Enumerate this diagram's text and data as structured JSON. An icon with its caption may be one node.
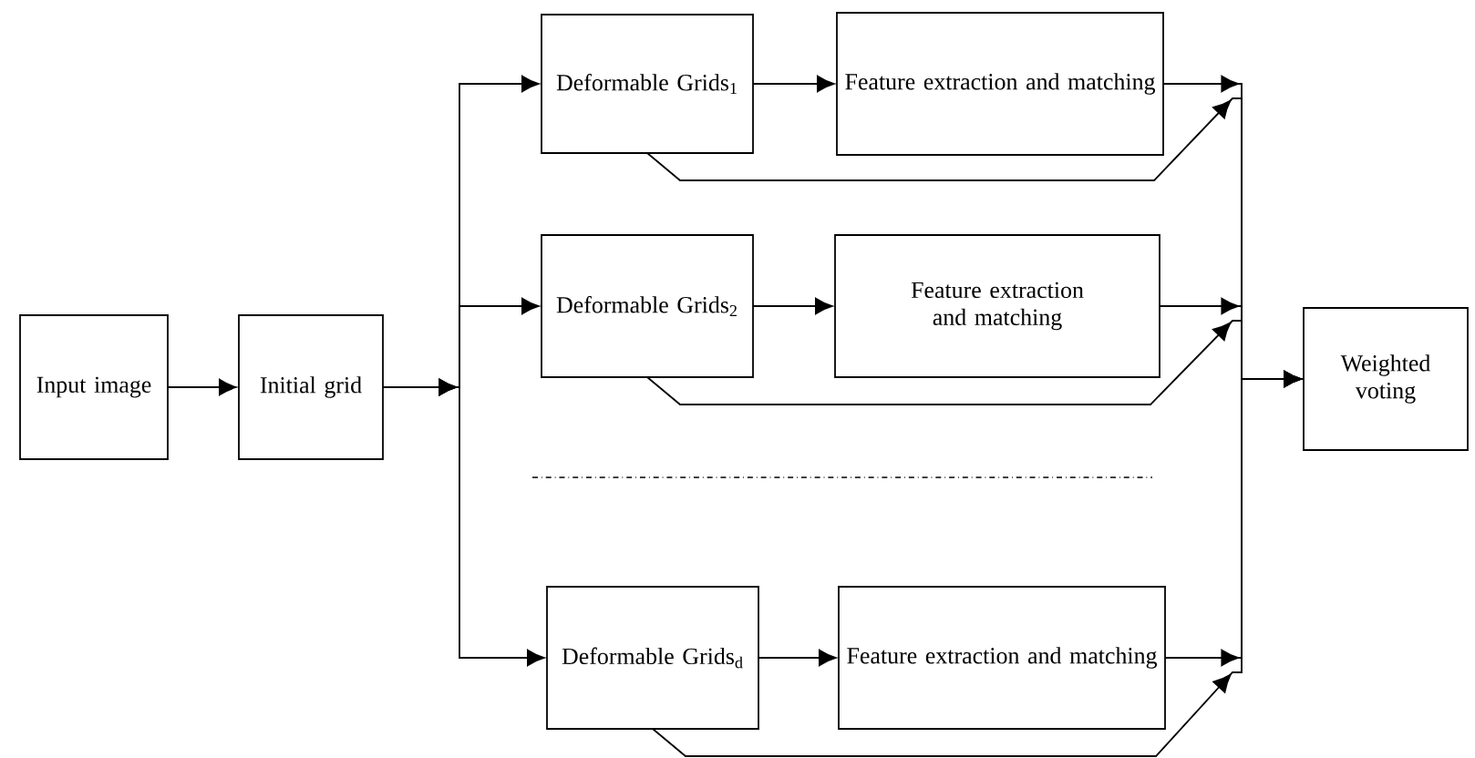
{
  "diagram": {
    "nodes": [
      {
        "text": [
          "Input image"
        ]
      },
      {
        "text": [
          "Initial grid"
        ]
      },
      {
        "text": [
          "Deformable Grids$_{1}$"
        ]
      },
      {
        "text": [
          "Feature extraction and matching"
        ]
      },
      {
        "text": [
          "Deformable Grids$_{2}$"
        ]
      },
      {
        "text": [
          "Feature extraction and matching"
        ]
      },
      {
        "text": [
          "Deformable Grids$_{d}$"
        ]
      },
      {
        "text": [
          "Feature extraction and matching"
        ]
      },
      {
        "text": [
          "Weighted voting"
        ]
      }
    ],
    "edges": [
      {
        "from": 0,
        "to": 1,
        "arrow": "to"
      },
      {
        "from": 1,
        "to": 2,
        "arrow": "to"
      },
      {
        "from": 1,
        "to": 4,
        "arrow": "to"
      },
      {
        "from": 1,
        "to": 6,
        "arrow": "to"
      },
      {
        "from": 2,
        "to": 3,
        "arrow": "to"
      },
      {
        "from": 4,
        "to": 5,
        "arrow": "to"
      },
      {
        "from": 6,
        "to": 7,
        "arrow": "to"
      },
      {
        "from": 3,
        "to": 8,
        "arrow": "to"
      },
      {
        "from": 2,
        "to": 8,
        "arrow": "to"
      },
      {
        "from": 5,
        "to": 8,
        "arrow": "to"
      },
      {
        "from": 4,
        "to": 8,
        "arrow": "to"
      },
      {
        "from": 7,
        "to": 8,
        "arrow": "to"
      },
      {
        "from": 6,
        "to": 8,
        "arrow": "to"
      }
    ]
  }
}
